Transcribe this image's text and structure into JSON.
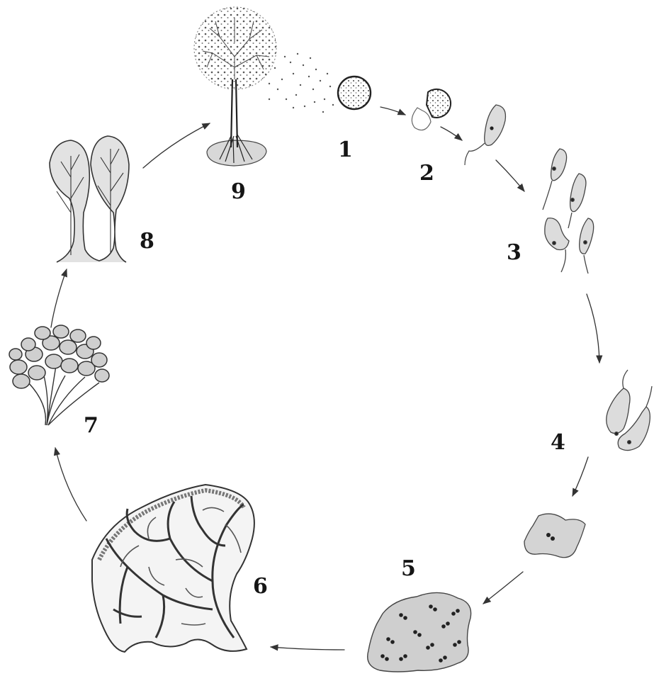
{
  "figure": {
    "stages": [
      {
        "label": "1",
        "icon": "spore-icon"
      },
      {
        "label": "2",
        "icon": "germinating-spore-icon"
      },
      {
        "label": "3",
        "icon": "flagellated-cells-icon"
      },
      {
        "label": "4",
        "icon": "fusing-cells-icon"
      },
      {
        "label": "5",
        "icon": "young-plasmodium-icon"
      },
      {
        "label": "6",
        "icon": "mature-plasmodium-icon"
      },
      {
        "label": "7",
        "icon": "sporangia-cluster-icon"
      },
      {
        "label": "8",
        "icon": "developing-sporangia-icon"
      },
      {
        "label": "9",
        "icon": "mature-sporangium-icon"
      }
    ],
    "colors": {
      "ink": "#333333",
      "fill": "#dcdcdc",
      "dark": "#444444",
      "paper": "#ffffff"
    }
  }
}
